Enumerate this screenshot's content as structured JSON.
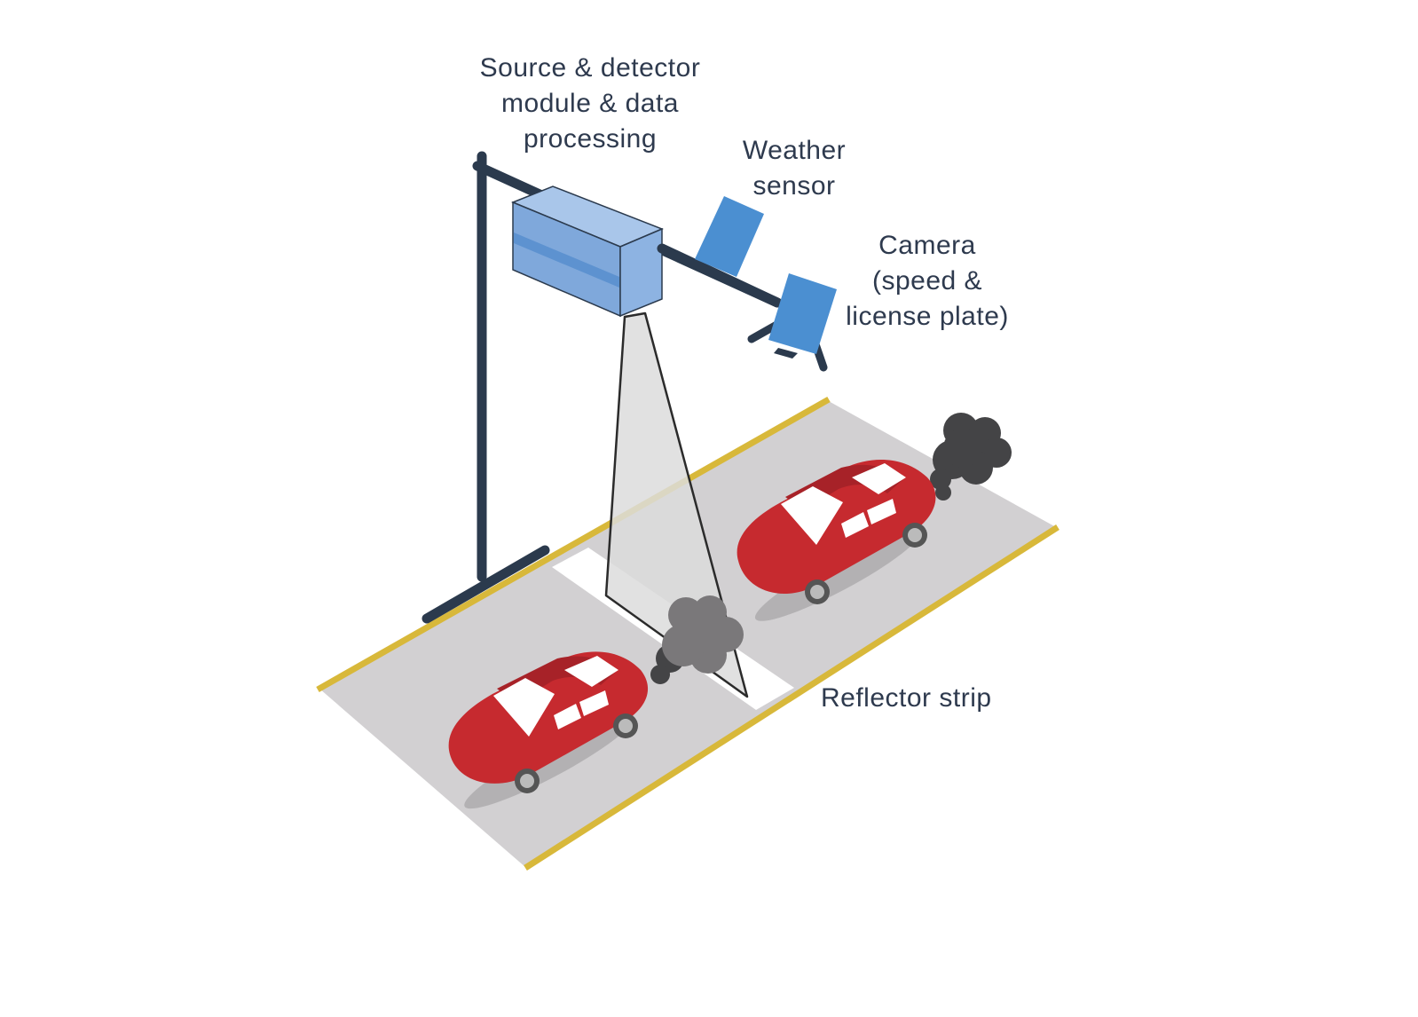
{
  "labels": {
    "source_detector": [
      "Source & detector",
      "module & data",
      "processing"
    ],
    "weather_sensor": [
      "Weather",
      "sensor"
    ],
    "camera": [
      "Camera",
      "(speed &",
      "license plate)"
    ],
    "reflector_strip": "Reflector strip"
  },
  "colors": {
    "label_text": "#2e3a4e",
    "gantry": "#2b3a4d",
    "module_blue": "#7fa8db",
    "sensor_blue": "#4b8fd1",
    "road_gray": "#d2d0d2",
    "road_edge_yellow": "#d8b83a",
    "car_red": "#c62a2f",
    "smoke_dark": "#444446",
    "smoke_light": "#7a787a",
    "beam_fill": "#dcdcdc"
  }
}
